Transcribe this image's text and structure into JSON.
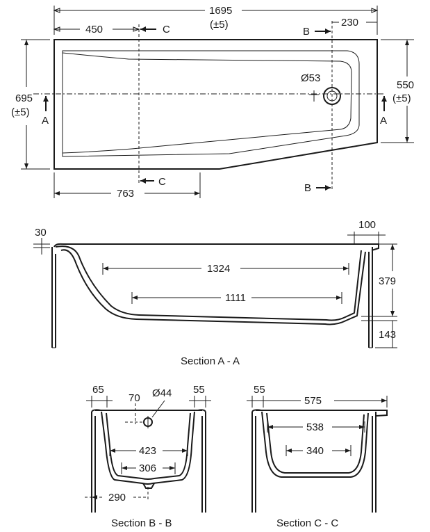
{
  "plan": {
    "overall_length": "1695",
    "overall_tol": "(±5)",
    "right_offset": "230",
    "left_to_c": "450",
    "c_top": "C",
    "b_top": "B",
    "waste_dia": "Ø53",
    "left_width": "695",
    "left_tol": "(±5)",
    "right_width": "550",
    "right_tol": "(±5)",
    "a_left": "A",
    "a_right": "A",
    "c_bottom": "C",
    "b_bottom": "B",
    "bottom_len": "763"
  },
  "section_a": {
    "rim": "30",
    "ledge": "100",
    "inner_top": "1324",
    "inner_bottom": "1111",
    "depth": "379",
    "base": "143",
    "caption": "Section A - A"
  },
  "section_b": {
    "rim_left": "65",
    "overflow_offset": "70",
    "overflow_dia": "Ø44",
    "rim_right": "55",
    "inner_top": "423",
    "inner_bottom": "306",
    "waste_offset": "290",
    "caption": "Section B - B"
  },
  "section_c": {
    "rim_left": "55",
    "outer": "575",
    "inner_top": "538",
    "inner_bottom": "340",
    "caption": "Section C - C"
  }
}
